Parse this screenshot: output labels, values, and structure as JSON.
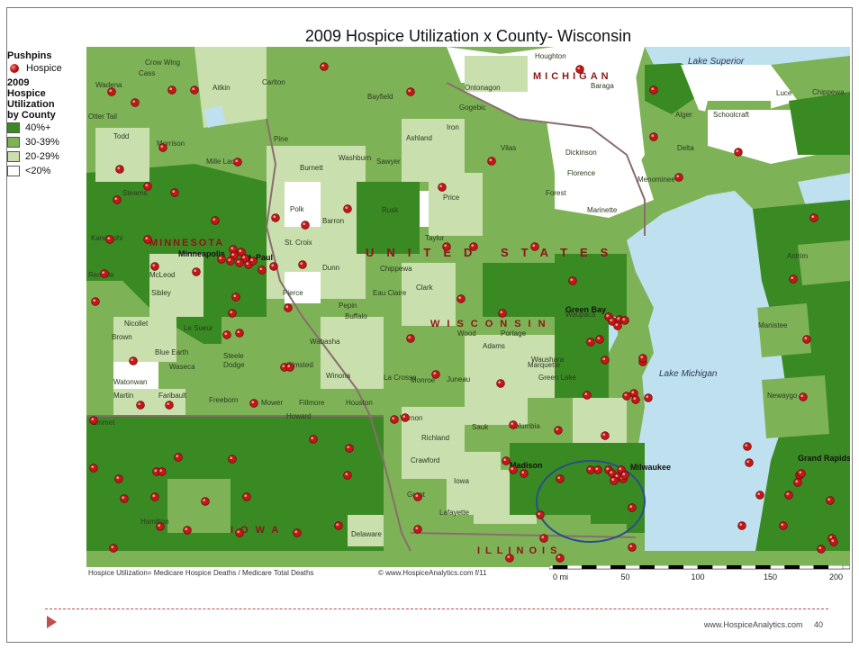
{
  "slide": {
    "title": "2009 Hospice Utilization x County- Wisconsin",
    "footer_url": "www.HospiceAnalytics.com",
    "page_number": "40",
    "bottom_note": "Hospice Utilization= Medicare Hospice Deaths / Medicare Total Deaths",
    "copyright": "© www.HospiceAnalytics.com f/11"
  },
  "legend": {
    "pushpins_heading": "Pushpins",
    "pushpin_label": "Hospice",
    "category_heading_lines": [
      "2009",
      "Hospice",
      "Utilization",
      "by County"
    ],
    "classes": [
      {
        "label": "40%+",
        "color": "#3a8a23"
      },
      {
        "label": "30-39%",
        "color": "#7db356"
      },
      {
        "label": "20-29%",
        "color": "#c9dfae"
      },
      {
        "label": "<20%",
        "color": "#ffffff"
      }
    ]
  },
  "colors": {
    "water": "#bfe0ef",
    "state_border": "#8a6d6d",
    "pin": "#c21818",
    "highlight_circle": "#2a4e8a",
    "label_red": "#8a1616"
  },
  "scale_bar": {
    "unit": "mi",
    "ticks": [
      "0 mi",
      "50",
      "100",
      "150",
      "200"
    ],
    "tick_values": [
      0,
      50,
      100,
      150,
      200
    ]
  },
  "map_labels": {
    "region": [
      {
        "text": "MINNESOTA"
      },
      {
        "text": "UNITED STATES"
      },
      {
        "text": "WISCONSIN"
      },
      {
        "text": "MICHIGAN"
      },
      {
        "text": "IOWA"
      },
      {
        "text": "ILLINOIS"
      }
    ],
    "water": [
      {
        "text": "Lake Superior"
      },
      {
        "text": "Lake Michigan"
      }
    ],
    "cities": [
      {
        "text": "Minneapolis"
      },
      {
        "text": "St. Paul"
      },
      {
        "text": "Green Bay"
      },
      {
        "text": "Madison"
      },
      {
        "text": "Milwaukee"
      },
      {
        "text": "Grand Rapids"
      }
    ],
    "counties": [
      "Crow Wing",
      "Cass",
      "Wadena",
      "Aitkin",
      "Carlton",
      "Otter Tail",
      "Todd",
      "Morrison",
      "Pine",
      "Mille Lacs",
      "Stearns",
      "Kandiyohi",
      "Renville",
      "McLeod",
      "Sibley",
      "Nicollet",
      "Brown",
      "Le Sueur",
      "Blue Earth",
      "Waseca",
      "Steele",
      "Dodge",
      "Olmsted",
      "Watonwan",
      "Martin",
      "Faribault",
      "Freeborn",
      "Mower",
      "Fillmore",
      "Houston",
      "Winona",
      "Wabasha",
      "Pierce",
      "Dunn",
      "Polk",
      "Barron",
      "Burnett",
      "Washburn",
      "Sawyer",
      "Bayfield",
      "Ashland",
      "Iron",
      "Vilas",
      "Price",
      "Rusk",
      "Taylor",
      "Chippewa",
      "Eau Claire",
      "Clark",
      "Buffalo",
      "Pepin",
      "Wood",
      "Portage",
      "Waupaca",
      "Adams",
      "Waushara",
      "Marquette",
      "Green Lake",
      "Juneau",
      "Monroe",
      "La Crosse",
      "Vernon",
      "Richland",
      "Sauk",
      "Columbia",
      "Iowa",
      "Lafayette",
      "Crawford",
      "Grant",
      "Forest",
      "Florence",
      "Marinette",
      "Menominee",
      "Dickinson",
      "Ontonagon",
      "Houghton",
      "Baraga",
      "Gogebic",
      "Alger",
      "Schoolcraft",
      "Luce",
      "Chippewa",
      "Delta",
      "Manistee",
      "Newaygo",
      "Antrim",
      "Delaware",
      "Hamilton",
      "Emmet",
      "Howard",
      "St. Croix"
    ]
  }
}
